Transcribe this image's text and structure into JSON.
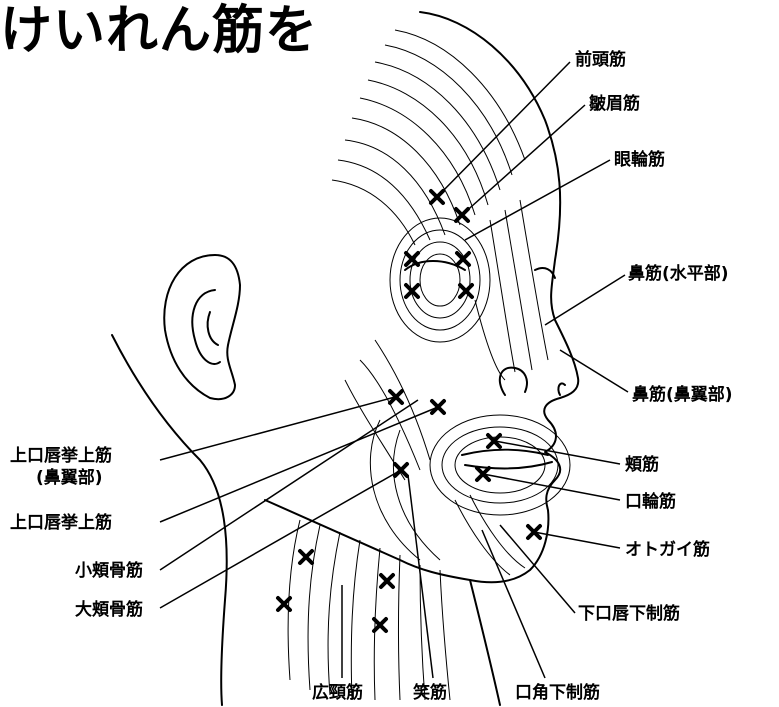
{
  "title": "けいれん筋を",
  "labels": {
    "frontalis": "前頭筋",
    "corrugator": "皺眉筋",
    "orbicularis_oculi": "眼輪筋",
    "nasalis_transverse": "鼻筋(水平部)",
    "nasalis_alar": "鼻筋(鼻翼部)",
    "levator_alae": "上口唇挙上筋",
    "levator_alae_sub": "(鼻翼部)",
    "levator_labii": "上口唇挙上筋",
    "zygomaticus_minor": "小頬骨筋",
    "zygomaticus_major": "大頬骨筋",
    "buccinator": "頬筋",
    "orbicularis_oris": "口輪筋",
    "mentalis": "オトガイ筋",
    "depressor_labii": "下口唇下制筋",
    "depressor_anguli": "口角下制筋",
    "risorius": "笑筋",
    "platysma": "広頸筋"
  }
}
